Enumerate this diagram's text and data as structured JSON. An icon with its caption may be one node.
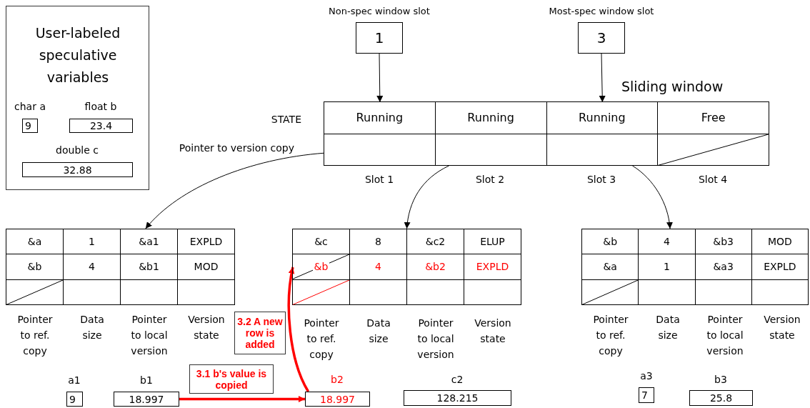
{
  "diagram": {
    "nodes": [
      {
        "text": [
          "User-labeled speculative variables"
        ]
      },
      {
        "text": [
          "9"
        ],
        "beside": [
          "char a"
        ],
        "in": 0
      },
      {
        "text": [
          "23.4"
        ],
        "beside": [
          "float b"
        ],
        "in": 0
      },
      {
        "text": [
          "32.88"
        ],
        "beside": [
          "double c"
        ],
        "in": 0
      },
      {
        "text": [
          "1"
        ],
        "beside": [
          "Non-spec window slot"
        ]
      },
      {
        "text": [
          "3"
        ],
        "beside": [
          "Most-spec window slot"
        ]
      },
      {
        "text": [],
        "shape": "box"
      },
      {
        "text": [
          "Running"
        ],
        "in": 6
      },
      {
        "text": [
          "Running"
        ],
        "in": 6
      },
      {
        "text": [
          "Running"
        ],
        "in": 6
      },
      {
        "text": [
          "Free"
        ],
        "in": 6
      },
      {
        "text": [],
        "shape": "box",
        "in": 6
      },
      {
        "text": [],
        "shape": "box",
        "in": 6
      },
      {
        "text": [],
        "shape": "box",
        "in": 6
      },
      {
        "text": [],
        "shape": "box",
        "in": 6
      },
      {
        "text": [],
        "shape": "box"
      },
      {
        "text": [
          "&a"
        ],
        "in": 15
      },
      {
        "text": [
          "1"
        ],
        "in": 15
      },
      {
        "text": [
          "&a1"
        ],
        "in": 15
      },
      {
        "text": [
          "EXPLD"
        ],
        "in": 15
      },
      {
        "text": [
          "&b"
        ],
        "in": 15
      },
      {
        "text": [
          "4"
        ],
        "in": 15
      },
      {
        "text": [
          "&b1"
        ],
        "in": 15
      },
      {
        "text": [
          "MOD"
        ],
        "in": 15
      },
      {
        "text": [],
        "shape": "box",
        "in": 15
      },
      {
        "text": [],
        "shape": "box",
        "in": 15
      },
      {
        "text": [],
        "shape": "box",
        "in": 15
      },
      {
        "text": [],
        "shape": "box",
        "in": 15
      },
      {
        "text": [],
        "shape": "box"
      },
      {
        "text": [
          "&c"
        ],
        "in": 28
      },
      {
        "text": [
          "8"
        ],
        "in": 28
      },
      {
        "text": [
          "&c2"
        ],
        "in": 28
      },
      {
        "text": [
          "ELUP"
        ],
        "in": 28
      },
      {
        "text": [
          "&b"
        ],
        "in": 28
      },
      {
        "text": [
          "4"
        ],
        "in": 28
      },
      {
        "text": [
          "&b2"
        ],
        "in": 28
      },
      {
        "text": [
          "EXPLD"
        ],
        "in": 28
      },
      {
        "text": [],
        "shape": "box",
        "in": 28
      },
      {
        "text": [],
        "shape": "box",
        "in": 28
      },
      {
        "text": [],
        "shape": "box",
        "in": 28
      },
      {
        "text": [],
        "shape": "box",
        "in": 28
      },
      {
        "text": [],
        "shape": "box"
      },
      {
        "text": [
          "&b"
        ],
        "in": 41
      },
      {
        "text": [
          "4"
        ],
        "in": 41
      },
      {
        "text": [
          "&b3"
        ],
        "in": 41
      },
      {
        "text": [
          "MOD"
        ],
        "in": 41
      },
      {
        "text": [
          "&a"
        ],
        "in": 41
      },
      {
        "text": [
          "1"
        ],
        "in": 41
      },
      {
        "text": [
          "&a3"
        ],
        "in": 41
      },
      {
        "text": [
          "EXPLD"
        ],
        "in": 41
      },
      {
        "text": [],
        "shape": "box",
        "in": 41
      },
      {
        "text": [],
        "shape": "box",
        "in": 41
      },
      {
        "text": [],
        "shape": "box",
        "in": 41
      },
      {
        "text": [],
        "shape": "box",
        "in": 41
      },
      {
        "text": [
          "9"
        ],
        "beside": [
          "a1"
        ]
      },
      {
        "text": [
          "18.997"
        ],
        "beside": [
          "b1"
        ]
      },
      {
        "text": [
          "3.1 b's value is copied"
        ]
      },
      {
        "text": [
          "3.2 A new row is added"
        ]
      },
      {
        "text": [
          "18.997"
        ],
        "beside": [
          "b2"
        ]
      },
      {
        "text": [
          "128.215"
        ],
        "beside": [
          "c2"
        ]
      },
      {
        "text": [
          "7"
        ],
        "beside": [
          "a3"
        ]
      },
      {
        "text": [
          "25.8"
        ],
        "beside": [
          "b3"
        ]
      }
    ],
    "edges": [
      {
        "from": 4,
        "to": 7,
        "arrow": "to"
      },
      {
        "from": 5,
        "to": 9,
        "arrow": "to"
      },
      {
        "from": 11,
        "to": 15,
        "arrow": "to"
      },
      {
        "from": 12,
        "to": 28,
        "arrow": "to"
      },
      {
        "from": 13,
        "to": 41,
        "arrow": "to"
      },
      {
        "from": 55,
        "to": 58,
        "arrow": "to",
        "style": "thick",
        "color": "#ff0000"
      },
      {
        "from": 58,
        "to": 33,
        "arrow": "to",
        "style": "thick",
        "color": "#ff0000"
      }
    ],
    "labels": [
      "Sliding window",
      "STATE",
      "Pointer to version copy",
      "Slot 1",
      "Slot 2",
      "Slot 3",
      "Slot 4",
      "Pointer to ref. copy",
      "Data size",
      "Pointer to local version",
      "Version state",
      "Pointer to ref. copy",
      "Data size",
      "Pointer to local version",
      "Version state",
      "Pointer to ref. copy",
      "Data size",
      "Pointer to local version",
      "Version state"
    ]
  }
}
